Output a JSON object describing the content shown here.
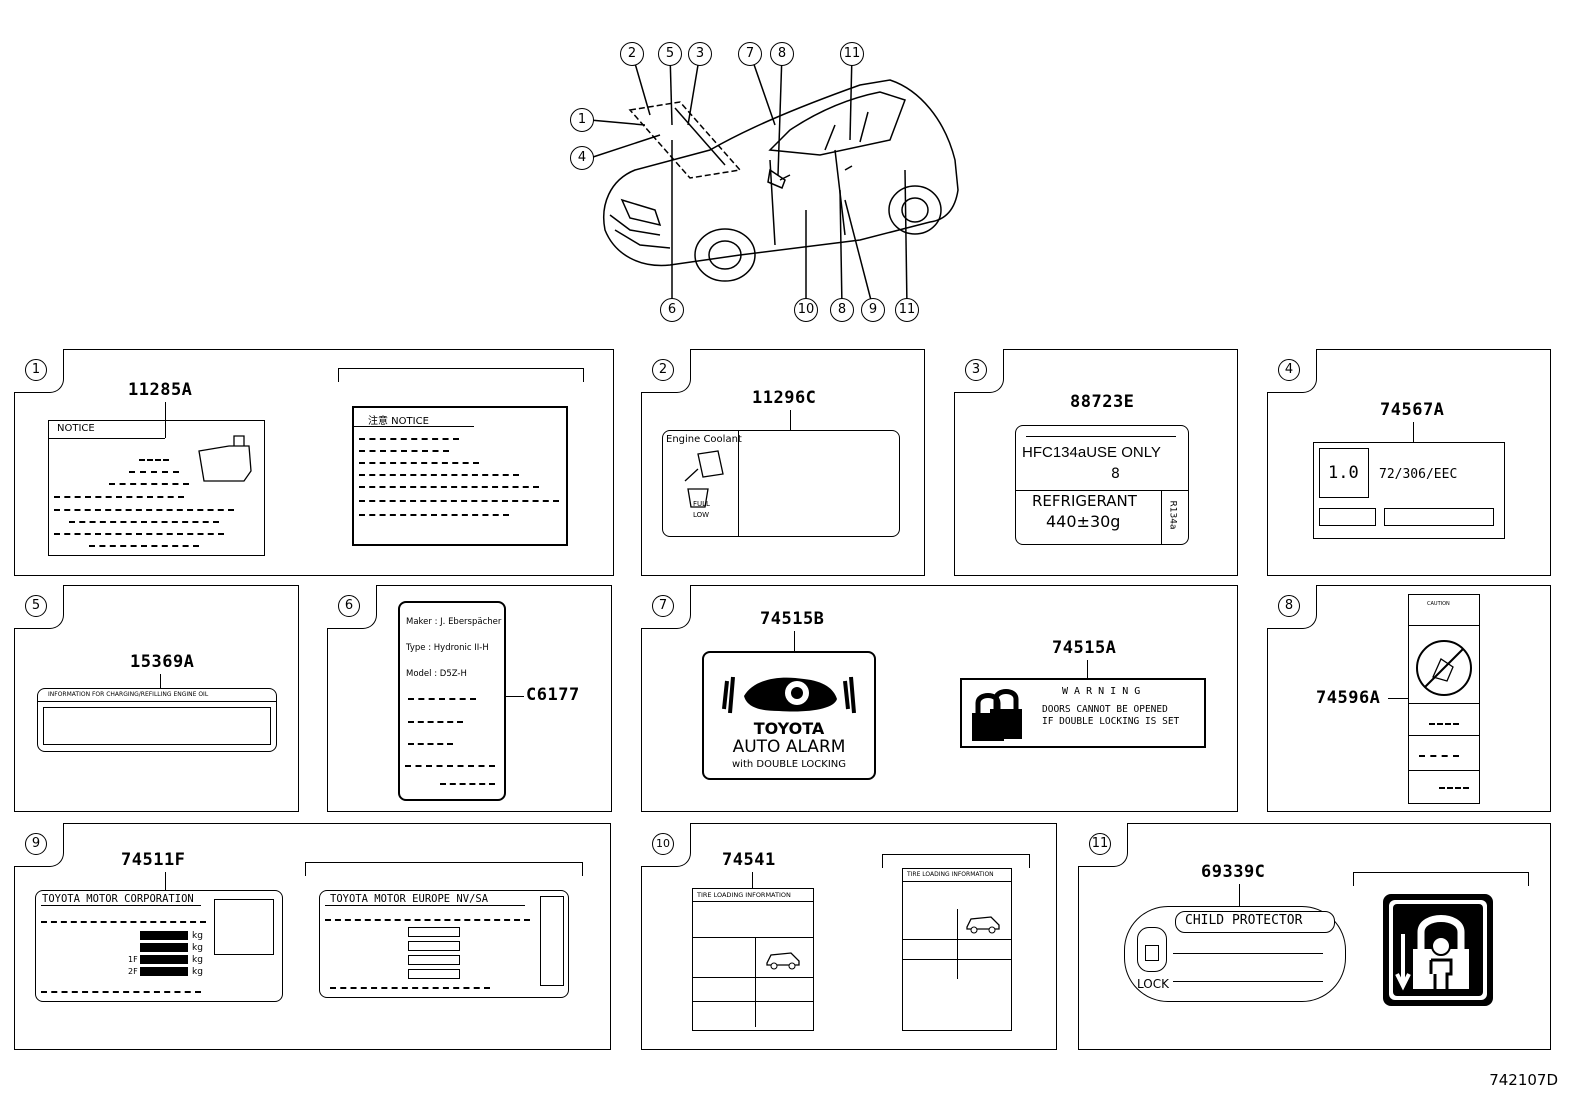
{
  "diagram_id": "742107D",
  "overview": {
    "callouts_top": [
      "2",
      "5",
      "3",
      "7",
      "8",
      "11"
    ],
    "callouts_left": [
      "1",
      "4"
    ],
    "callouts_bottom": [
      "6",
      "10",
      "8",
      "9",
      "11"
    ]
  },
  "panels": {
    "p1": {
      "num": "1",
      "part": "11285A",
      "notice1": "NOTICE",
      "notice2": "注意  NOTICE"
    },
    "p2": {
      "num": "2",
      "part": "11296C",
      "coolant": "Engine Coolant",
      "full": "FULL",
      "low": "LOW"
    },
    "p3": {
      "num": "3",
      "part": "88723E",
      "line1": "HFC134aUSE ONLY",
      "line2": "8",
      "line3": "REFRIGERANT",
      "line4": "440±30g",
      "side": "R134a"
    },
    "p4": {
      "num": "4",
      "part": "74567A",
      "val1": "1.0",
      "val2": "72/306/EEC"
    },
    "p5": {
      "num": "5",
      "part": "15369A",
      "header": "INFORMATION FOR CHARGING/REFILLING ENGINE OIL"
    },
    "p6": {
      "num": "6",
      "part": "C6177",
      "maker": "Maker : J. Eberspächer",
      "type": "Type  : Hydronic II-H",
      "model": "Model : D5Z-H"
    },
    "p7": {
      "num": "7",
      "part_b": "74515B",
      "part_a": "74515A",
      "brand": "TOYOTA",
      "alarm": "AUTO ALARM",
      "dbl": "with DOUBLE LOCKING",
      "warn": "W A R N I N G",
      "warn1": "DOORS CANNOT BE OPENED",
      "warn2": "IF DOUBLE LOCKING IS SET"
    },
    "p8": {
      "num": "8",
      "part": "74596A",
      "caution": "CAUTION"
    },
    "p9": {
      "num": "9",
      "part": "74511F",
      "corp": "TOYOTA MOTOR CORPORATION",
      "europe": "TOYOTA MOTOR EUROPE NV/SA",
      "kg": "kg",
      "f1": "1F",
      "f2": "2F"
    },
    "p10": {
      "num": "10",
      "part": "74541",
      "tire": "TIRE LOADING INFORMATION"
    },
    "p11": {
      "num": "11",
      "part": "69339C",
      "child": "CHILD PROTECTOR",
      "lock": "LOCK"
    }
  }
}
